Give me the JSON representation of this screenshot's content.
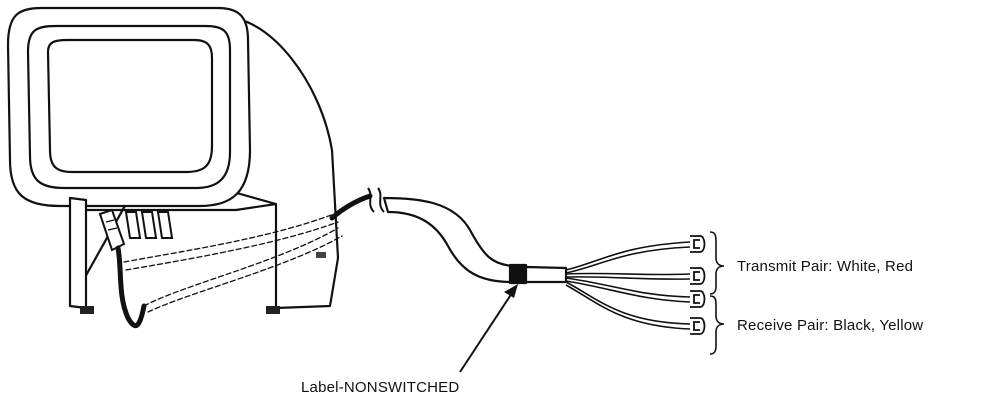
{
  "labels": {
    "transmit_pair": "Transmit Pair:  White, Red",
    "receive_pair": "Receive Pair:  Black, Yellow",
    "cable_label": "Label-NONSWITCHED"
  },
  "colors": {
    "ink": "#111111",
    "background": "#ffffff"
  }
}
